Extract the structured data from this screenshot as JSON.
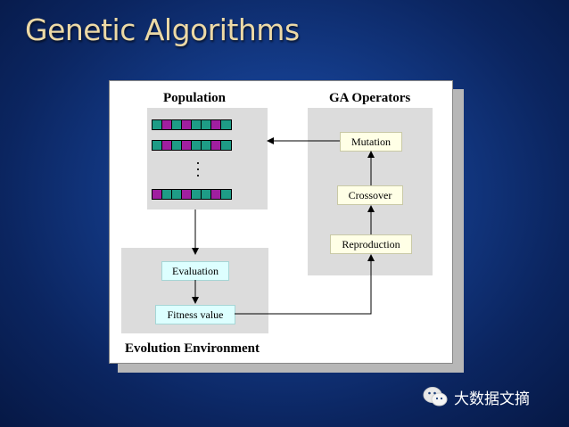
{
  "slide": {
    "title": "Genetic Algorithms"
  },
  "diagram": {
    "population_heading": "Population",
    "operators_heading": "GA Operators",
    "environment_heading": "Evolution Environment",
    "operators": {
      "mutation": "Mutation",
      "crossover": "Crossover",
      "reproduction": "Reproduction"
    },
    "environment": {
      "evaluation": "Evaluation",
      "fitness": "Fitness value"
    },
    "chromosomes": [
      [
        "teal",
        "magenta",
        "teal",
        "magenta",
        "teal",
        "teal",
        "magenta",
        "teal"
      ],
      [
        "teal",
        "magenta",
        "teal",
        "magenta",
        "teal",
        "teal",
        "magenta",
        "teal"
      ],
      [
        "magenta",
        "teal",
        "teal",
        "magenta",
        "teal",
        "teal",
        "magenta",
        "teal"
      ]
    ],
    "ellipsis": ":"
  },
  "colors": {
    "gene_teal": "#1e9c86",
    "gene_magenta": "#a01fa0",
    "title_gold": "#ecd9a6"
  },
  "watermark": {
    "icon": "wechat-icon",
    "text": "大数据文摘"
  }
}
